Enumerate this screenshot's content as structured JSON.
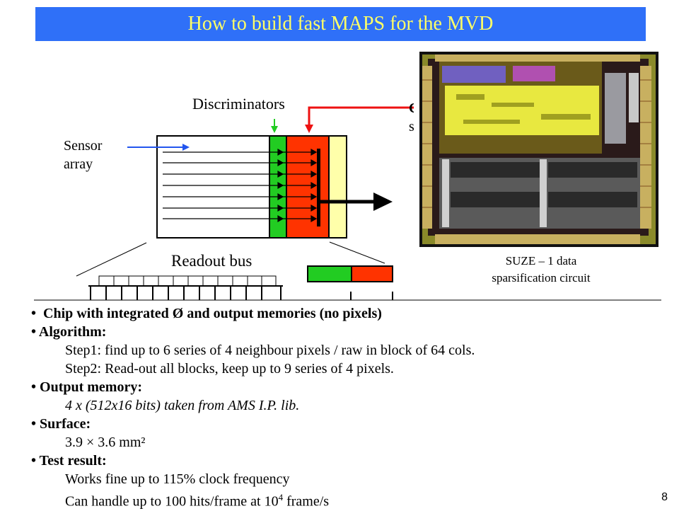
{
  "title": "How to build fast MAPS for the MVD",
  "diagram": {
    "discriminators_label": "Discriminators",
    "sensor_label_1": "Sensor",
    "sensor_label_2": "array",
    "readout_label": "Readout bus",
    "hidden_label_1": "C",
    "hidden_label_2": "s"
  },
  "chip_caption": {
    "line1": "SUZE – 1 data",
    "line2": "sparsification circuit"
  },
  "bullets": {
    "b1": "Chip with integrated Ø and output memories (no pixels)",
    "algorithm_head": "Algorithm:",
    "step1": "Step1: find up to 6 series of 4 neighbour pixels / raw in block of 64 cols.",
    "step2": "Step2: Read-out all blocks, keep up to 9 series of 4 pixels.",
    "output_head": "Output memory:",
    "output_text": "4 x (512x16 bits) taken from AMS I.P. lib.",
    "surface_head": "Surface:",
    "surface_text": "3.9 × 3.6 mm²",
    "test_head": "Test result:",
    "test_1": "Works fine up to 115% clock frequency",
    "test_2_pre": "Can handle up to 100 hits/frame at 10",
    "test_2_sup": "4",
    "test_2_post": " frame/s"
  },
  "page_number": "8",
  "colors": {
    "title_bg": "#2f70f8",
    "title_text": "#ffff66",
    "green": "#22cc22",
    "red": "#ff3300",
    "yellow": "#ffffaa",
    "arrow_blue": "#2255ee"
  }
}
